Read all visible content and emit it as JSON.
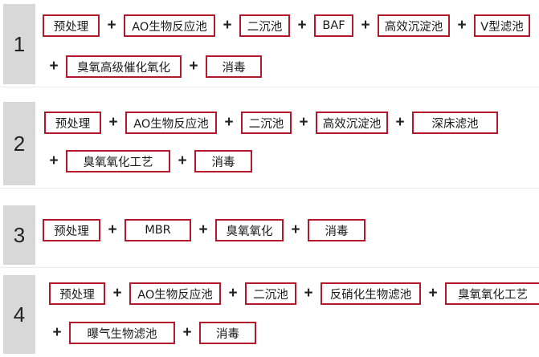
{
  "schemes": [
    {
      "number": "1",
      "lines": [
        [
          "预处理",
          "AO生物反应池",
          "二沉池",
          "BAF",
          "高效沉淀池",
          "V型滤池"
        ],
        [
          "臭氧高级催化氧化",
          "消毒"
        ]
      ]
    },
    {
      "number": "2",
      "lines": [
        [
          "预处理",
          "AO生物反应池",
          "二沉池",
          "高效沉淀池",
          "深床滤池"
        ],
        [
          "臭氧氧化工艺",
          "消毒"
        ]
      ]
    },
    {
      "number": "3",
      "lines": [
        [
          "预处理",
          "MBR",
          "臭氧氧化",
          "消毒"
        ]
      ]
    },
    {
      "number": "4",
      "lines": [
        [
          "预处理",
          "AO生物反应池",
          "二沉池",
          "反硝化生物滤池",
          "臭氧氧化工艺"
        ],
        [
          "曝气生物滤池",
          "消毒"
        ]
      ]
    }
  ],
  "plus_sign": "+",
  "colors": {
    "box_border": "#b3182b",
    "number_background": "#d8d8d8"
  }
}
